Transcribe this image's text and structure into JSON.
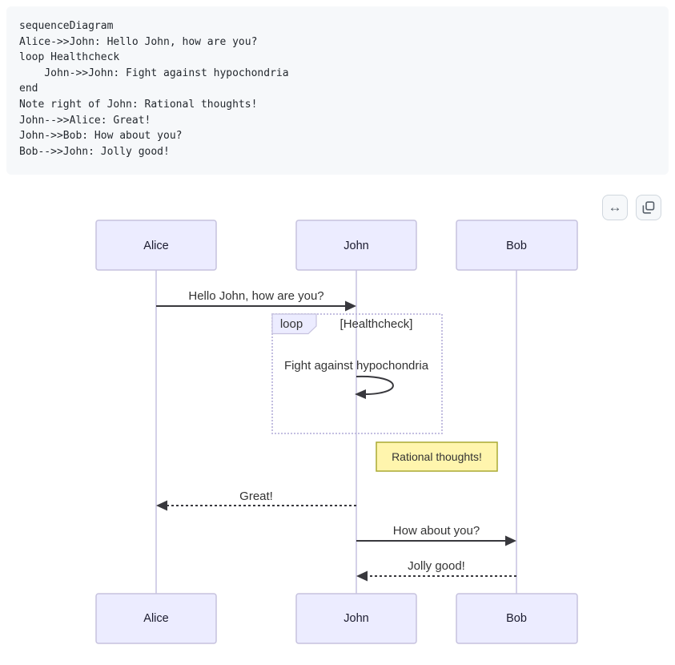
{
  "code": {
    "lines": [
      "sequenceDiagram",
      "Alice->>John: Hello John, how are you?",
      "loop Healthcheck",
      "    John->>John: Fight against hypochondria",
      "end",
      "Note right of John: Rational thoughts!",
      "John-->>Alice: Great!",
      "John->>Bob: How about you?",
      "Bob-->>John: Jolly good!"
    ]
  },
  "toolbar": {
    "expand_glyph": "↔"
  },
  "diagram": {
    "actors": [
      {
        "name": "Alice"
      },
      {
        "name": "John"
      },
      {
        "name": "Bob"
      }
    ],
    "messages": [
      {
        "text": "Hello John, how are you?",
        "from": "Alice",
        "to": "John",
        "style": "solid"
      },
      {
        "text": "Fight against hypochondria",
        "from": "John",
        "to": "John",
        "style": "self"
      },
      {
        "text": "Great!",
        "from": "John",
        "to": "Alice",
        "style": "dashed"
      },
      {
        "text": "How about you?",
        "from": "John",
        "to": "Bob",
        "style": "solid"
      },
      {
        "text": "Jolly good!",
        "from": "Bob",
        "to": "John",
        "style": "dashed"
      }
    ],
    "loop": {
      "label": "loop",
      "condition": "[Healthcheck]"
    },
    "note": {
      "text": "Rational thoughts!"
    },
    "colors": {
      "actor_fill": "#ECECFF",
      "actor_border": "#c6c2de",
      "lifeline": "#d0cce6",
      "signal": "#38383d",
      "loop_border": "#bcb6dd",
      "note_fill": "#fff5ad",
      "note_border": "#aaaa33",
      "code_bg": "#f6f8fa",
      "button_border": "#d0d7de"
    }
  }
}
